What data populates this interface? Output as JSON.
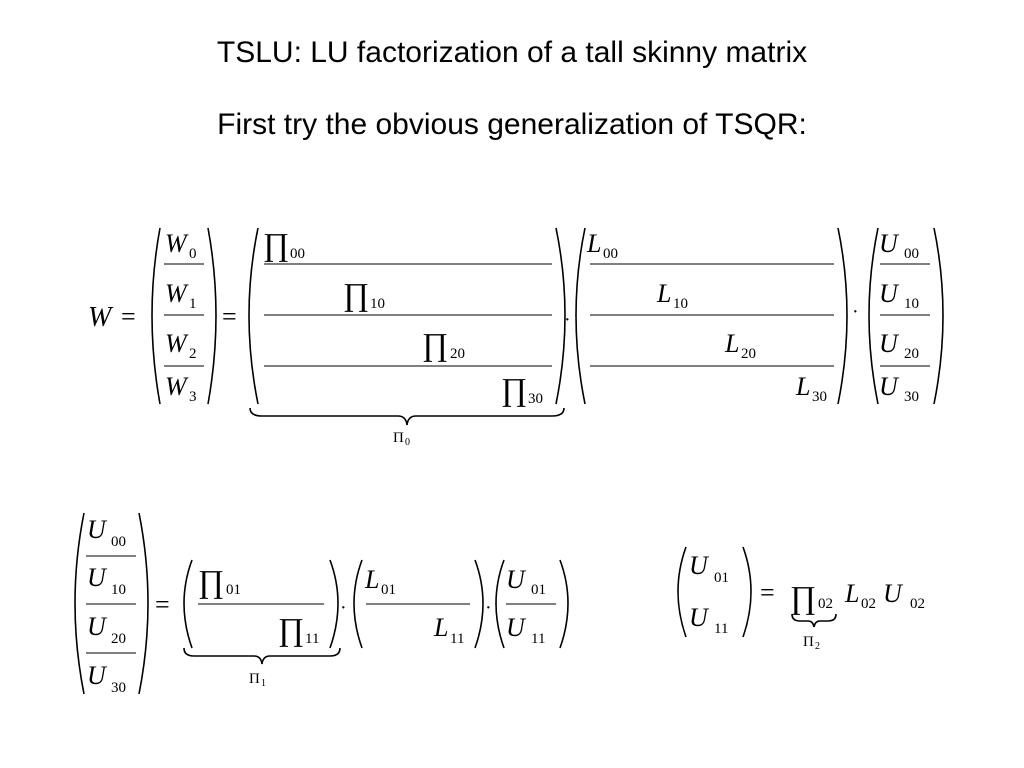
{
  "slide": {
    "title": "TSLU:  LU factorization of a tall skinny matrix",
    "subtitle": "First try the obvious generalization of TSQR:"
  },
  "equation_1": {
    "lhs": {
      "symbol": "W",
      "op": "="
    },
    "w_vector": {
      "base": "W",
      "subscripts": [
        "0",
        "1",
        "2",
        "3"
      ]
    },
    "equals": "=",
    "pi_matrix": {
      "symbol": "∏",
      "subscripts": [
        "00",
        "10",
        "20",
        "30"
      ],
      "brace_label": {
        "symbol": "Π",
        "subscript": "0"
      }
    },
    "dot_1": "·",
    "l_matrix": {
      "symbol": "L",
      "subscripts": [
        "00",
        "10",
        "20",
        "30"
      ]
    },
    "dot_2": "·",
    "u_vector": {
      "symbol": "U",
      "subscripts": [
        "00",
        "10",
        "20",
        "30"
      ]
    }
  },
  "equation_2": {
    "u_vector": {
      "symbol": "U",
      "subscripts": [
        "00",
        "10",
        "20",
        "30"
      ]
    },
    "equals": "=",
    "pi_matrix": {
      "symbol": "∏",
      "subscripts": [
        "01",
        "11"
      ],
      "brace_label": {
        "symbol": "Π",
        "subscript": "1"
      }
    },
    "dot_1": "·",
    "l_matrix": {
      "symbol": "L",
      "subscripts": [
        "01",
        "11"
      ]
    },
    "dot_2": "·",
    "u_result": {
      "symbol": "U",
      "subscripts": [
        "01",
        "11"
      ]
    }
  },
  "equation_3": {
    "u_vector": {
      "symbol": "U",
      "subscripts": [
        "01",
        "11"
      ]
    },
    "equals": "=",
    "pi": {
      "symbol": "∏",
      "subscript": "02"
    },
    "l": {
      "symbol": "L",
      "subscript": "02"
    },
    "u": {
      "symbol": "U",
      "subscript": "02"
    },
    "brace_label": {
      "symbol": "Π",
      "subscript": "2"
    }
  }
}
